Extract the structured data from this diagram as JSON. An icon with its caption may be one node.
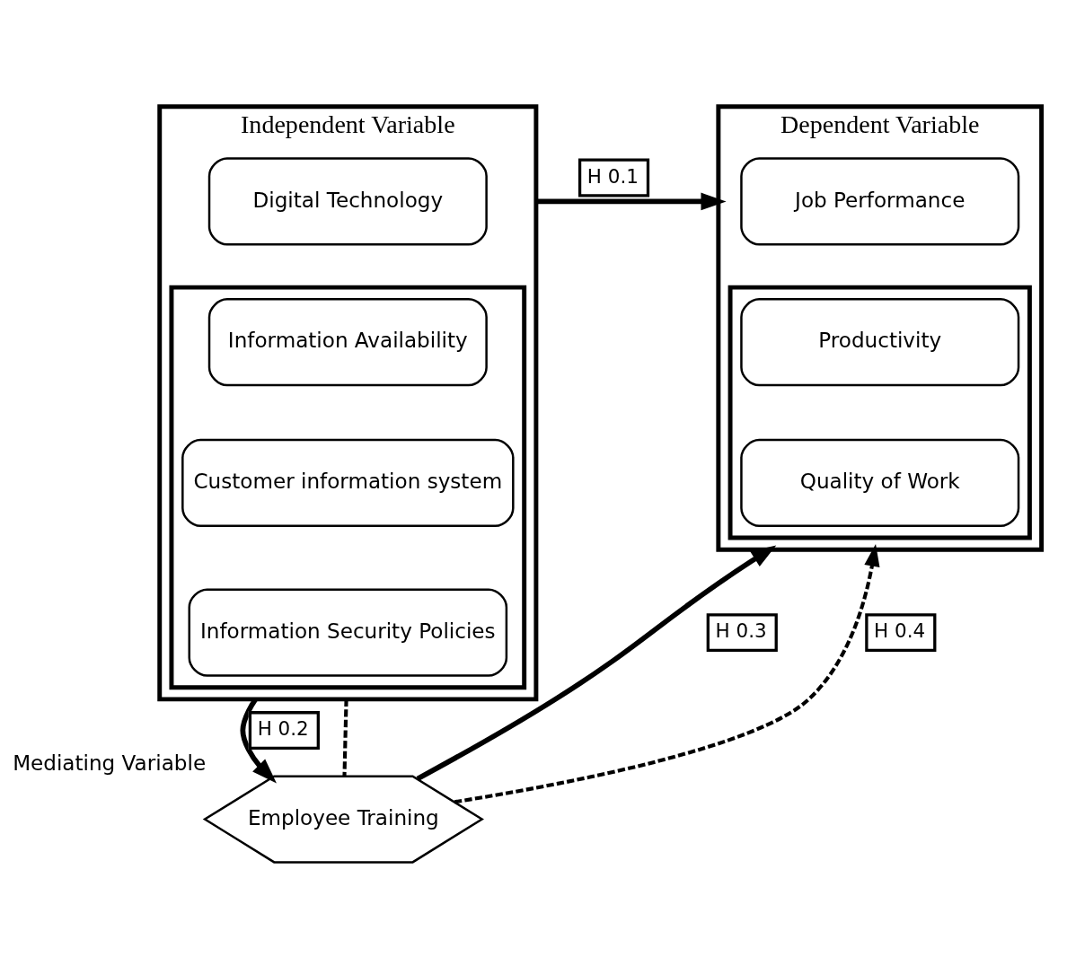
{
  "diagram": {
    "nodes": [
      {
        "text": [
          "Independent Variable"
        ]
      },
      {
        "text": [
          "Digital Technology"
        ],
        "in": 0
      },
      {
        "text": [],
        "shape": "box",
        "in": 0
      },
      {
        "text": [
          "Information Availability"
        ],
        "in": 2
      },
      {
        "text": [
          "Customer information system"
        ],
        "in": 2
      },
      {
        "text": [
          "Information Security Policies"
        ],
        "in": 2
      },
      {
        "text": [
          "Dependent Variable"
        ]
      },
      {
        "text": [
          "Job Performance"
        ],
        "in": 6
      },
      {
        "text": [],
        "shape": "box",
        "in": 6
      },
      {
        "text": [
          "Productivity"
        ],
        "in": 8
      },
      {
        "text": [
          "Quality of Work"
        ],
        "in": 8
      },
      {
        "text": [
          "Employee Training"
        ],
        "beside": [
          "Mediating Variable"
        ]
      }
    ],
    "edges": [
      {
        "from": 0,
        "to": 6,
        "label": "H 0.1",
        "arrow": "to"
      },
      {
        "from": 0,
        "to": 11,
        "label": "H 0.2",
        "arrow": "to"
      },
      {
        "from": 11,
        "to": 6,
        "label": "H 0.3",
        "arrow": "to"
      },
      {
        "from": 0,
        "to": 11,
        "arrow": "none",
        "style": "dashed"
      },
      {
        "from": 11,
        "to": 6,
        "label": "H 0.4",
        "arrow": "to",
        "style": "dashed"
      }
    ]
  }
}
